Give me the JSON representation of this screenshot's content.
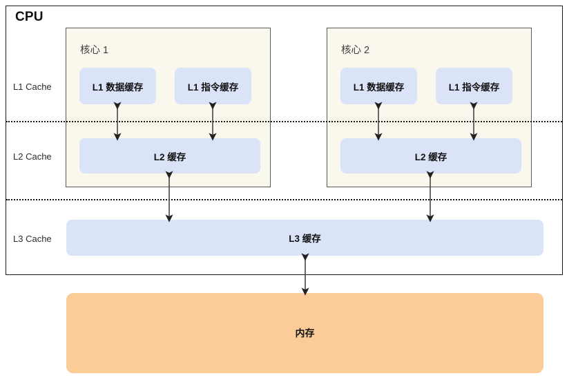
{
  "diagram": {
    "title": "CPU",
    "row_labels": [
      {
        "id": "l1",
        "label": "L1 Cache"
      },
      {
        "id": "l2",
        "label": "L2 Cache"
      },
      {
        "id": "l3",
        "label": "L3 Cache"
      }
    ],
    "cores": [
      {
        "id": "core-1",
        "title": "核心 1",
        "l1_data": "L1 数据缓存",
        "l1_instruction": "L1 指令缓存",
        "l2": "L2 缓存"
      },
      {
        "id": "core-2",
        "title": "核心 2",
        "l1_data": "L1 数据缓存",
        "l1_instruction": "L1 指令缓存",
        "l2": "L2 缓存"
      }
    ],
    "l3_cache": "L3 缓存",
    "memory": "内存",
    "colors": {
      "cache_fill": "#dae3f8",
      "core_fill": "#faf8ec",
      "memory_fill": "#fbcc98",
      "outline": "#1a1a1a",
      "core_outline": "#595959",
      "arrow": "#333333"
    }
  }
}
